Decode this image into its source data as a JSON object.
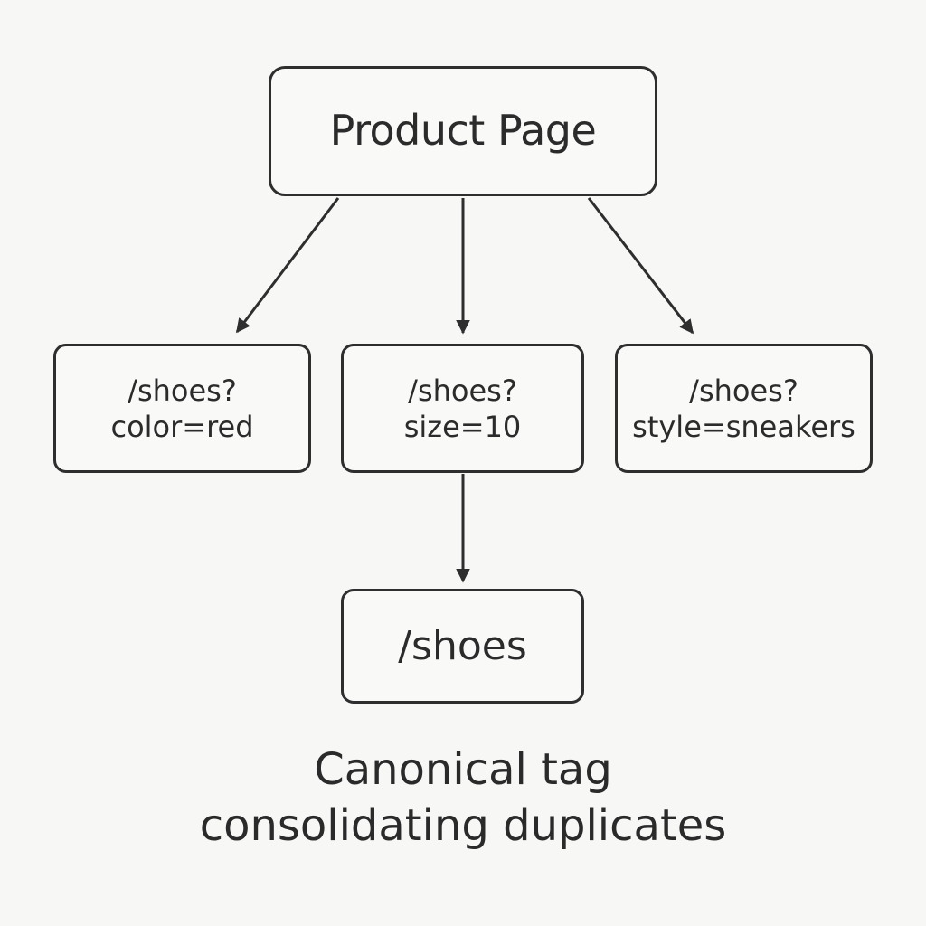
{
  "nodes": {
    "top": "Product Page",
    "left": [
      "/shoes?",
      "color=red"
    ],
    "center": [
      "/shoes?",
      "size=10"
    ],
    "right": [
      "/shoes?",
      "style=sneakers"
    ],
    "bottom": "/shoes"
  },
  "caption": {
    "line1": "Canonical tag",
    "line2": "consolidating duplicates"
  },
  "colors": {
    "background": "#f7f7f6",
    "stroke": "#2e2e2e",
    "text": "#2b2b2b"
  }
}
